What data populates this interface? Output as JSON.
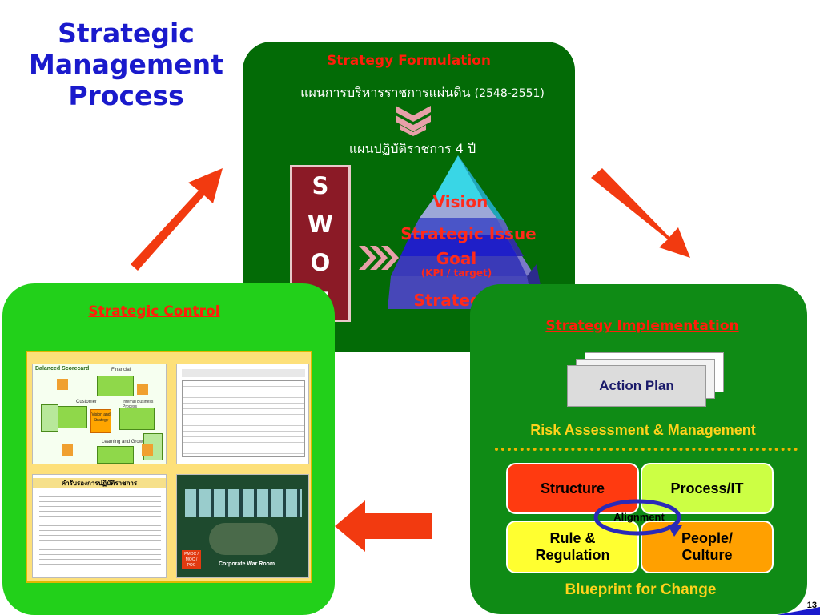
{
  "title": {
    "line1": "Strategic",
    "line2": "Management",
    "line3": "Process"
  },
  "formulation": {
    "heading": "Strategy Formulation",
    "plan_thai": "แผนการบริหารราชการแผ่นดิน",
    "plan_years": "(2548-2551)",
    "plan4_thai": "แผนปฏิบัติราชการ 4 ปี",
    "swot": [
      "S",
      "W",
      "O",
      "T"
    ],
    "pyramid": {
      "vision": "Vision",
      "strategic_issue": "Strategic Issue",
      "goal": "Goal",
      "kpi": "(KPI / target)",
      "strategies": "Strategies"
    }
  },
  "control": {
    "heading": "Strategic Control",
    "thumb_bsc": {
      "title": "Balanced Scorecard",
      "financial": "Financial",
      "customer": "Customer",
      "internal": "Internal Business Process",
      "learning": "Learning and Growth",
      "center": "Vision and Strategy"
    },
    "thumb_doc_title": "คำรับรองการปฏิบัติราชการ",
    "thumb_room": {
      "label": "Corporate War Room",
      "badge": "PMOC / MOC / POC"
    }
  },
  "implementation": {
    "heading": "Strategy Implementation",
    "action_plan": "Action Plan",
    "risk": "Risk Assessment & Management",
    "blueprint": {
      "structure": "Structure",
      "process_it": "Process/IT",
      "rule_line1": "Rule &",
      "rule_line2": "Regulation",
      "people_line1": "People/",
      "people_line2": "Culture",
      "alignment": "Alignment"
    },
    "blueprint_label": "Blueprint for Change"
  },
  "page_number": "13",
  "colors": {
    "title": "#1a1acc",
    "heading_red": "#ff1e0a",
    "formulation_bg": "#036b06",
    "control_bg": "#22d01a",
    "implementation_bg": "#0f8b15",
    "arrow": "#f23a10",
    "yellow_text": "#ffd21c"
  }
}
